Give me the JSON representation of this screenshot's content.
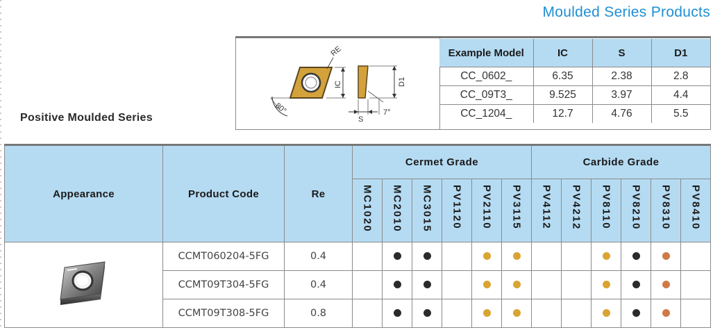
{
  "page": {
    "header_title": "Moulded Series Products",
    "series_label": "Positive Moulded Series"
  },
  "diagram": {
    "labels": {
      "re": "RE",
      "ic": "IC",
      "d1": "D1",
      "s": "S",
      "angle_80": "80°",
      "angle_7": "7°"
    }
  },
  "spec_table": {
    "headers": [
      "Example Model",
      "IC",
      "S",
      "D1"
    ],
    "rows": [
      [
        "CC_0602_",
        "6.35",
        "2.38",
        "2.8"
      ],
      [
        "CC_09T3_",
        "9.525",
        "3.97",
        "4.4"
      ],
      [
        "CC_1204_",
        "12.7",
        "4.76",
        "5.5"
      ]
    ]
  },
  "main_table": {
    "headers": {
      "appearance": "Appearance",
      "product_code": "Product Code",
      "re": "Re"
    },
    "groups": [
      {
        "label": "Cermet Grade",
        "grades": [
          "MC1020",
          "MC2010",
          "MC3015",
          "PV1120",
          "PV2110",
          "PV3115"
        ]
      },
      {
        "label": "Carbide Grade",
        "grades": [
          "PV4112",
          "PV4212",
          "PV8110",
          "PV8210",
          "PV8310",
          "PV8410"
        ]
      }
    ],
    "dot_colors": {
      "black": "#2b2b2b",
      "gold": "#d9a431",
      "orange": "#cf7945"
    },
    "rows": [
      {
        "code": "CCMT060204-5FG",
        "re": "0.4",
        "marks": [
          "",
          "black",
          "black",
          "",
          "gold",
          "gold",
          "",
          "",
          "gold",
          "black",
          "orange",
          ""
        ]
      },
      {
        "code": "CCMT09T304-5FG",
        "re": "0.4",
        "marks": [
          "",
          "black",
          "black",
          "",
          "gold",
          "gold",
          "",
          "",
          "gold",
          "black",
          "orange",
          ""
        ]
      },
      {
        "code": "CCMT09T308-5FG",
        "re": "0.8",
        "marks": [
          "",
          "black",
          "black",
          "",
          "gold",
          "gold",
          "",
          "",
          "gold",
          "black",
          "orange",
          ""
        ]
      }
    ]
  }
}
